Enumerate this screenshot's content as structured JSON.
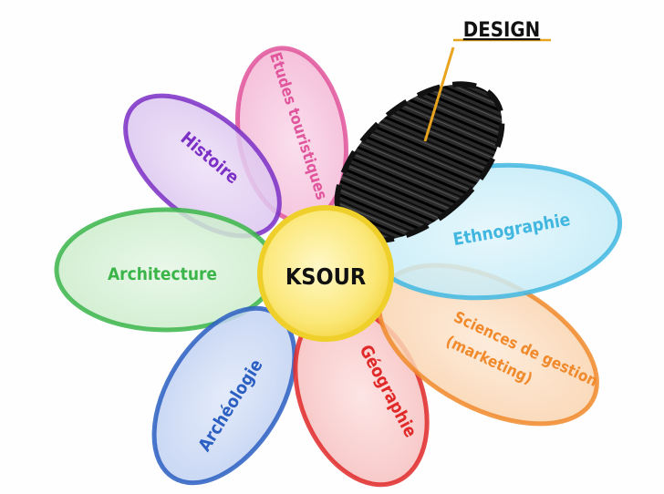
{
  "diagram": {
    "center": {
      "label": "KSOUR",
      "color": "#f5d63a"
    },
    "design_callout": {
      "label": "DESIGN",
      "line_color": "#e8a41c"
    },
    "petals": [
      {
        "id": "etudes",
        "label": "Etudes touristiques",
        "color": "#e0559b"
      },
      {
        "id": "design",
        "label": "",
        "color": "#111111"
      },
      {
        "id": "ethnographie",
        "label": "Ethnographie",
        "color": "#41b7e0"
      },
      {
        "id": "sciences",
        "label_line1": "Sciences de gestion",
        "label_line2": "(marketing)",
        "color": "#f08a2c"
      },
      {
        "id": "geographie",
        "label": "Géographie",
        "color": "#e02a2a"
      },
      {
        "id": "archeologie",
        "label": "Archéologie",
        "color": "#2c5fc2"
      },
      {
        "id": "architecture",
        "label": "Architecture",
        "color": "#3bb54a"
      },
      {
        "id": "histoire",
        "label": "Histoire",
        "color": "#7b2fc4"
      }
    ]
  }
}
